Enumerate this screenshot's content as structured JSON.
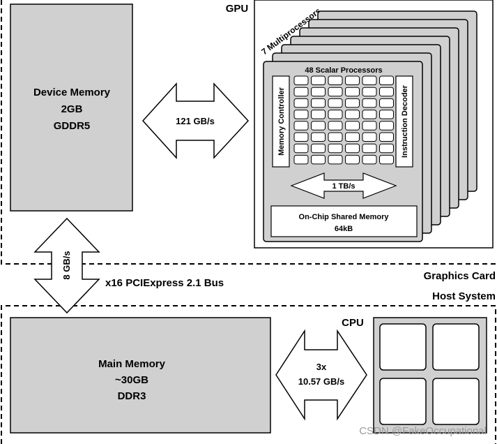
{
  "graphics_card": {
    "label": "Graphics Card",
    "device_memory": {
      "line1": "Device Memory",
      "line2": "2GB",
      "line3": "GDDR5"
    },
    "device_link": {
      "bandwidth": "121 GB/s"
    },
    "gpu": {
      "label": "GPU",
      "multiprocessors_label": "7 Multiprocessors",
      "multiprocessor": {
        "scalar_label": "48 Scalar Processors",
        "memory_controller": "Memory Controller",
        "instruction_decoder": "Instruction Decoder",
        "shared_link": "1 TB/s",
        "shared_memory": {
          "line1": "On-Chip Shared Memory",
          "line2": "64kB"
        }
      }
    }
  },
  "bus": {
    "bandwidth": "8 GB/s",
    "label": "x16 PCIExpress 2.1 Bus"
  },
  "host_system": {
    "label": "Host System",
    "main_memory": {
      "line1": "Main Memory",
      "line2": "~30GB",
      "line3": "DDR3"
    },
    "cpu_link": {
      "line1": "3x",
      "line2": "10.57 GB/s"
    },
    "cpu": {
      "label": "CPU"
    }
  },
  "watermark": "CSDN @FakeOccupational",
  "colors": {
    "memory_fill": "#d0d0d0",
    "multiprocessor_fill": "#d0d0d0",
    "border": "#000000"
  }
}
